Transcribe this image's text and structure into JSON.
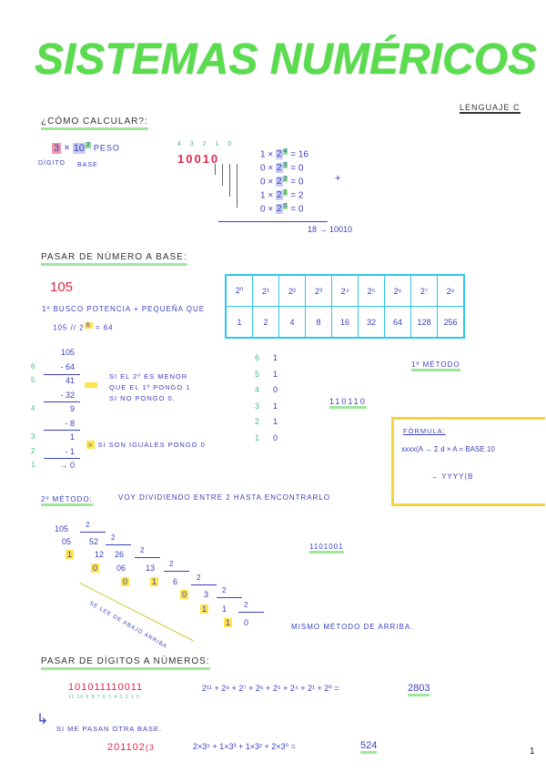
{
  "title": "SISTEMAS NUMÉRICOS",
  "subject": "LENGUAJE C",
  "page_number": "1",
  "section1": {
    "heading": "¿CÓMO CALCULAR?:",
    "digit": "3",
    "times": "×",
    "base": "10",
    "exponent": "2",
    "peso_label": "PESO",
    "digito_label": "DÍGITO",
    "base_label": "BASE",
    "positions": "4 3 2 1 0",
    "binary": "10010",
    "rows": [
      {
        "d": "1",
        "e": "4",
        "r": "16"
      },
      {
        "d": "0",
        "e": "3",
        "r": "0"
      },
      {
        "d": "0",
        "e": "2",
        "r": "0"
      },
      {
        "d": "1",
        "e": "1",
        "r": "2"
      },
      {
        "d": "0",
        "e": "0",
        "r": "0"
      }
    ],
    "plus": "+",
    "result": "18 → 10010"
  },
  "section2": {
    "heading": "PASAR DE NÚMERO A BASE:",
    "number": "105",
    "powers_header": [
      "2⁰",
      "2¹",
      "2²",
      "2³",
      "2⁴",
      "2⁵",
      "2⁶",
      "2⁷",
      "2⁸"
    ],
    "powers_values": [
      "1",
      "2",
      "4",
      "8",
      "16",
      "32",
      "64",
      "128",
      "256"
    ],
    "step1": "1º BUSCO POTENCIA + PEQUEÑA QUE",
    "step1b_pre": "105 // 2",
    "step1b_exp": "6",
    "step1b_post": " = 64",
    "subtraction": [
      {
        "idx": "",
        "v": "105"
      },
      {
        "idx": "6",
        "v": "- 64"
      },
      {
        "idx": "5",
        "v": "41"
      },
      {
        "idx": "",
        "v": "- 32"
      },
      {
        "idx": "4",
        "v": "9"
      },
      {
        "idx": "",
        "v": "- 8"
      },
      {
        "idx": "3",
        "v": "1"
      },
      {
        "idx": "2",
        "v": "- 1"
      },
      {
        "idx": "1",
        "v": "→ 0"
      }
    ],
    "note1": [
      "SI EL 2º ES MENOR",
      "QUE EL 1º PONGO 1",
      "SI NO PONGO 0."
    ],
    "note2": "SI SON IGUALES PONGO 0",
    "bits": [
      {
        "i": "6",
        "b": "1"
      },
      {
        "i": "5",
        "b": "1"
      },
      {
        "i": "4",
        "b": "0"
      },
      {
        "i": "3",
        "b": "1"
      },
      {
        "i": "2",
        "b": "1"
      },
      {
        "i": "1",
        "b": "0"
      }
    ],
    "bits_result": "110110",
    "method1": "1º MÉTODO",
    "formula": {
      "heading": "FÓRMULA:",
      "line1": "xxxx(A → Σ d × A = BASE 10",
      "line2": "→ YYYY(B"
    }
  },
  "section3": {
    "heading": "2º MÉTODO:",
    "description": "VOY DIVIDIENDO ENTRE 2 HASTA ENCONTRARLO",
    "divisions": [
      "105",
      "05",
      "1",
      "52",
      "12",
      "0",
      "26",
      "06",
      "0",
      "13",
      "1",
      "6",
      "0",
      "3",
      "1",
      "1",
      "1",
      "0"
    ],
    "divisor": "2",
    "result": "1101001",
    "read_note": "SE LEE DE ABAJO ARRIBA",
    "same_method": "MISMO MÉTODO DE ARRIBA."
  },
  "section4": {
    "heading": "PASAR DE DÍGITOS A NÚMEROS:",
    "binary": "101011110011",
    "positions": "11 10 9 8 7 6 5 4 3 2 1 0",
    "sum": "2¹¹ + 2⁹ + 2⁷ + 2⁶ + 2⁵ + 2⁴ + 2¹ + 2⁰ =",
    "sum_result": "2803",
    "note": "SI ME PASAN OTRA BASE.",
    "base3_number": "201102",
    "base3_sub": "(3",
    "base3_sum": "2×3⁵ + 1×3³ + 1×3² + 2×3⁰ =",
    "base3_result": "524"
  },
  "colors": {
    "title": "#5bdc4f",
    "ink": "#3b3fc0",
    "red": "#e0284a",
    "highlight_yellow": "#ffe34d",
    "highlight_green": "#8fe88a",
    "table": "#30c6e8"
  }
}
